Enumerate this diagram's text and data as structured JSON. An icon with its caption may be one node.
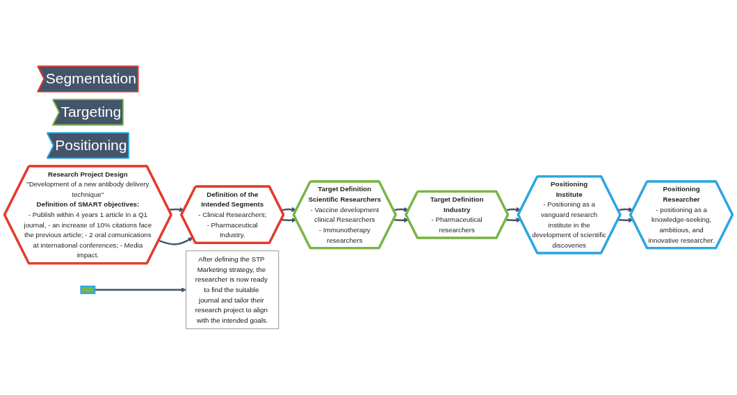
{
  "diagram": {
    "nodes": [
      {
        "text": [
          "Segmentation"
        ]
      },
      {
        "text": [
          "Targeting"
        ]
      },
      {
        "text": [
          "Positioning"
        ]
      },
      {
        "text": [
          "Research Project Design",
          "\"Development of a new antibody delivery technique\"",
          "Definition of SMART objectives:",
          "- Publish within 4 years 1 article in a Q1 journal, - an increase of 10% citations face the previous article; - 2 oral comunications at international conferences; - Media impact."
        ]
      },
      {
        "text": [
          "Definition of the Intended Segments",
          "- Clinical Researchers;",
          "- Pharmaceutical Industry."
        ]
      },
      {
        "text": [
          "Target Definition",
          "Scientific Researchers",
          "- Vaccine development clinical Researchers",
          "- Immunotherapy researchers"
        ]
      },
      {
        "text": [
          "Target Definition",
          "Industry",
          "- Pharmaceutical researchers"
        ]
      },
      {
        "text": [
          "Positioning",
          "Institute",
          "- Positioning as a vanguard research institute in the development of scientific discoveries"
        ]
      },
      {
        "text": [
          "Positioning",
          "Researcher",
          "- positioning as a knowledge-seeking, ambitious, and innovative researcher."
        ]
      },
      {
        "text": [],
        "shape": "bar"
      },
      {
        "text": [
          "After defining the STP Marketing strategy, the researcher is now ready to find the suitable journal and tailor their research project to align with the intended goals."
        ]
      }
    ],
    "edges": [
      {
        "from": 3,
        "to": 4,
        "arrow": "to"
      },
      {
        "from": 3,
        "to": 4,
        "arrow": "to"
      },
      {
        "from": 4,
        "to": 5,
        "arrow": "to"
      },
      {
        "from": 4,
        "to": 5,
        "arrow": "to"
      },
      {
        "from": 5,
        "to": 6,
        "arrow": "to"
      },
      {
        "from": 5,
        "to": 6,
        "arrow": "to"
      },
      {
        "from": 6,
        "to": 7,
        "arrow": "to"
      },
      {
        "from": 6,
        "to": 7,
        "arrow": "to"
      },
      {
        "from": 7,
        "to": 8,
        "arrow": "to"
      },
      {
        "from": 7,
        "to": 8,
        "arrow": "to"
      },
      {
        "from": 9,
        "to": 10,
        "arrow": "to"
      }
    ]
  }
}
